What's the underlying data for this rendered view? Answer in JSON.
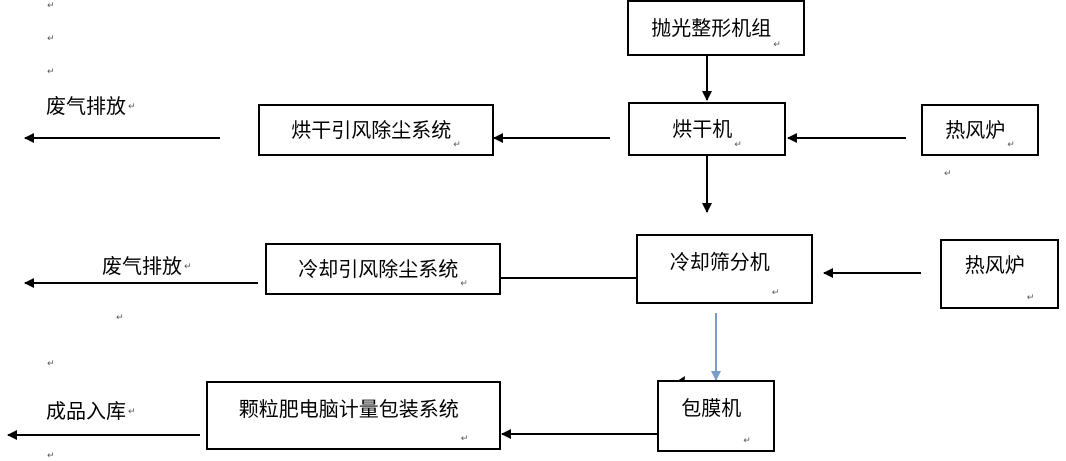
{
  "paragraph_mark": "↵",
  "nodes": {
    "polish": "抛光整形机组",
    "dryer": "烘干机",
    "dryer_dust": "烘干引风除尘系统",
    "hot_air_1": "热风炉",
    "cooler": "冷却筛分机",
    "cooler_dust": "冷却引风除尘系统",
    "hot_air_2": "热风炉",
    "coater": "包膜机",
    "packing": "颗粒肥电脑计量包装系统"
  },
  "outputs": {
    "exhaust_1": "废气排放",
    "exhaust_2": "废气排放",
    "warehouse": "成品入库"
  },
  "colors": {
    "line": "#000000",
    "blue_arrow": "#7a9cc6"
  }
}
